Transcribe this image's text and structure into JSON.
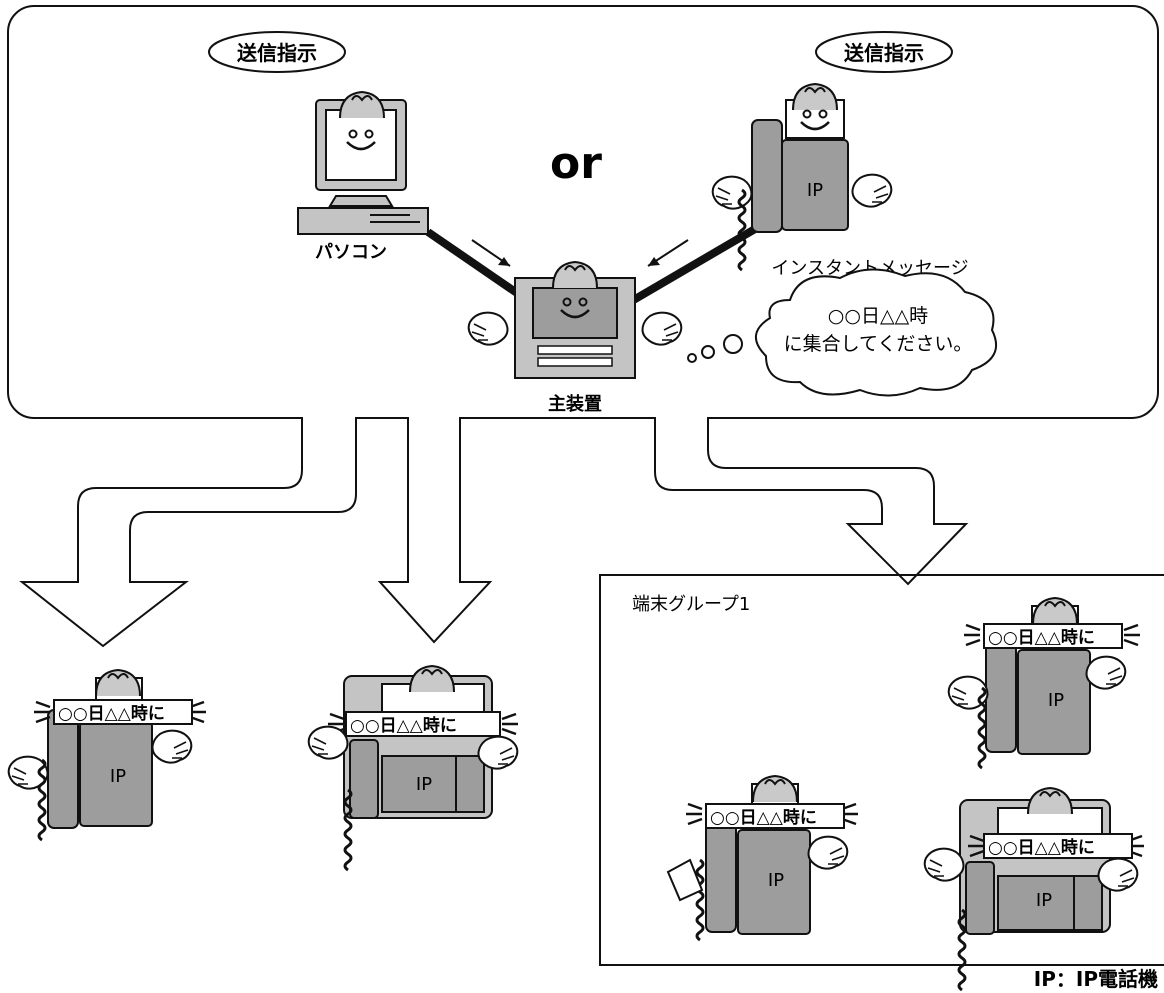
{
  "top_panel": {
    "send_label_left": "送信指示",
    "send_label_right": "送信指示",
    "or_text": "or",
    "pc_label": "パソコン",
    "im_label": "インスタントメッセージ",
    "main_unit_label": "主装置",
    "bubble_line1": "○○日△△時",
    "bubble_line2": "に集合してください。",
    "ip_text": "IP"
  },
  "phones": {
    "screen_prefix": "○○",
    "screen_day": "日",
    "screen_triangles": "△△",
    "screen_time": "時に",
    "ip_text": "IP"
  },
  "group": {
    "label": "端末グループ1"
  },
  "legend": {
    "text": "IP：IP電話機"
  },
  "colors": {
    "device_gray": "#9d9d9d",
    "device_light": "#c4c4c4",
    "line": "#111111",
    "background": "#ffffff"
  }
}
